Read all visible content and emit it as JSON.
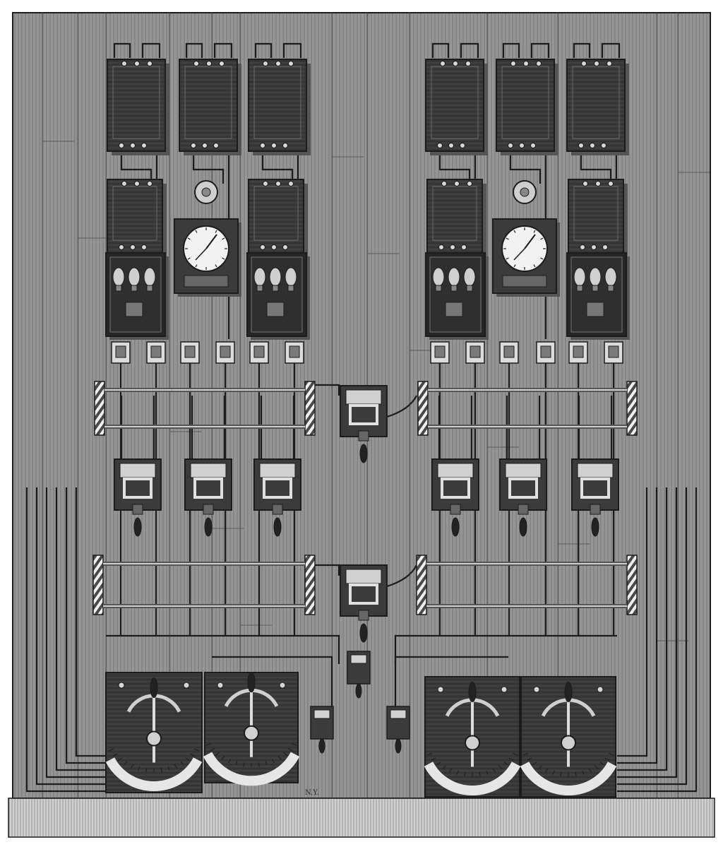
{
  "engraving": {
    "signature": "N.Y."
  },
  "colors": {
    "paper": "#ffffff",
    "board": "#8f8f8f",
    "board_light": "#b3b3b3",
    "ink": "#1c1c1c",
    "box": "#3b3b3b",
    "box_dark": "#262626",
    "floor": "#c8c8c8",
    "dial": "#f2f2f2",
    "brass": "#d7d7d7"
  },
  "panel": {
    "meter_boxes_per_bank": 3,
    "banks": 2,
    "clocks_per_bank": 1,
    "switches_per_bank": 3,
    "rheostats_per_bank": 2
  }
}
